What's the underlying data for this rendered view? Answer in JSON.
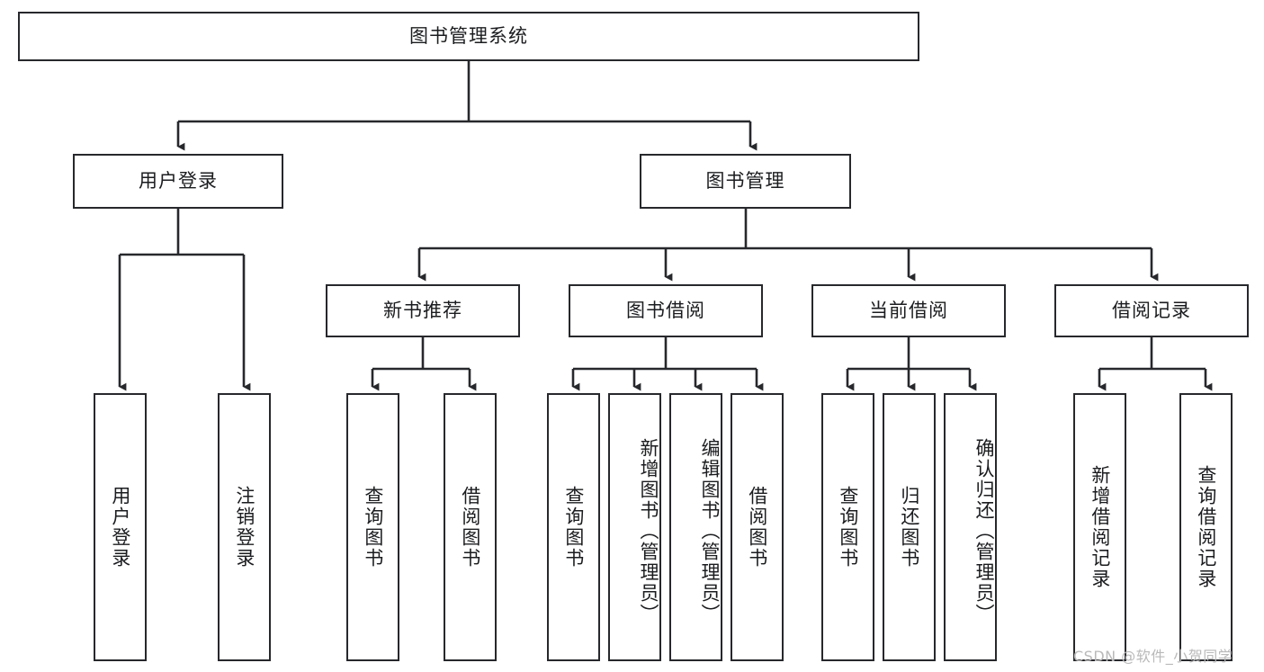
{
  "diagram": {
    "title": "图书管理系统",
    "root": {
      "label": "图书管理系统"
    },
    "level2": [
      {
        "label": "用户登录"
      },
      {
        "label": "图书管理"
      }
    ],
    "level3": [
      {
        "label": "新书推荐"
      },
      {
        "label": "图书借阅"
      },
      {
        "label": "当前借阅"
      },
      {
        "label": "借阅记录"
      }
    ],
    "leaves": {
      "user_login": [
        {
          "label": "用户登录"
        },
        {
          "label": "注销登录"
        }
      ],
      "new_book_recommend": [
        {
          "label": "查询图书"
        },
        {
          "label": "借阅图书"
        }
      ],
      "book_borrow": [
        {
          "label": "查询图书"
        },
        {
          "label": "新增图书（管理员）"
        },
        {
          "label": "编辑图书（管理员）"
        },
        {
          "label": "借阅图书"
        }
      ],
      "current_borrow": [
        {
          "label": "查询图书"
        },
        {
          "label": "归还图书"
        },
        {
          "label": "确认归还（管理员）"
        }
      ],
      "borrow_record": [
        {
          "label": "新增借阅记录"
        },
        {
          "label": "查询借阅记录"
        }
      ]
    }
  },
  "watermark": {
    "text": "CSDN @软件_小贺同学"
  },
  "colors": {
    "stroke": "#27282c",
    "text": "#1b1c1f",
    "background": "#ffffff",
    "watermark": "#b9b9b9"
  }
}
